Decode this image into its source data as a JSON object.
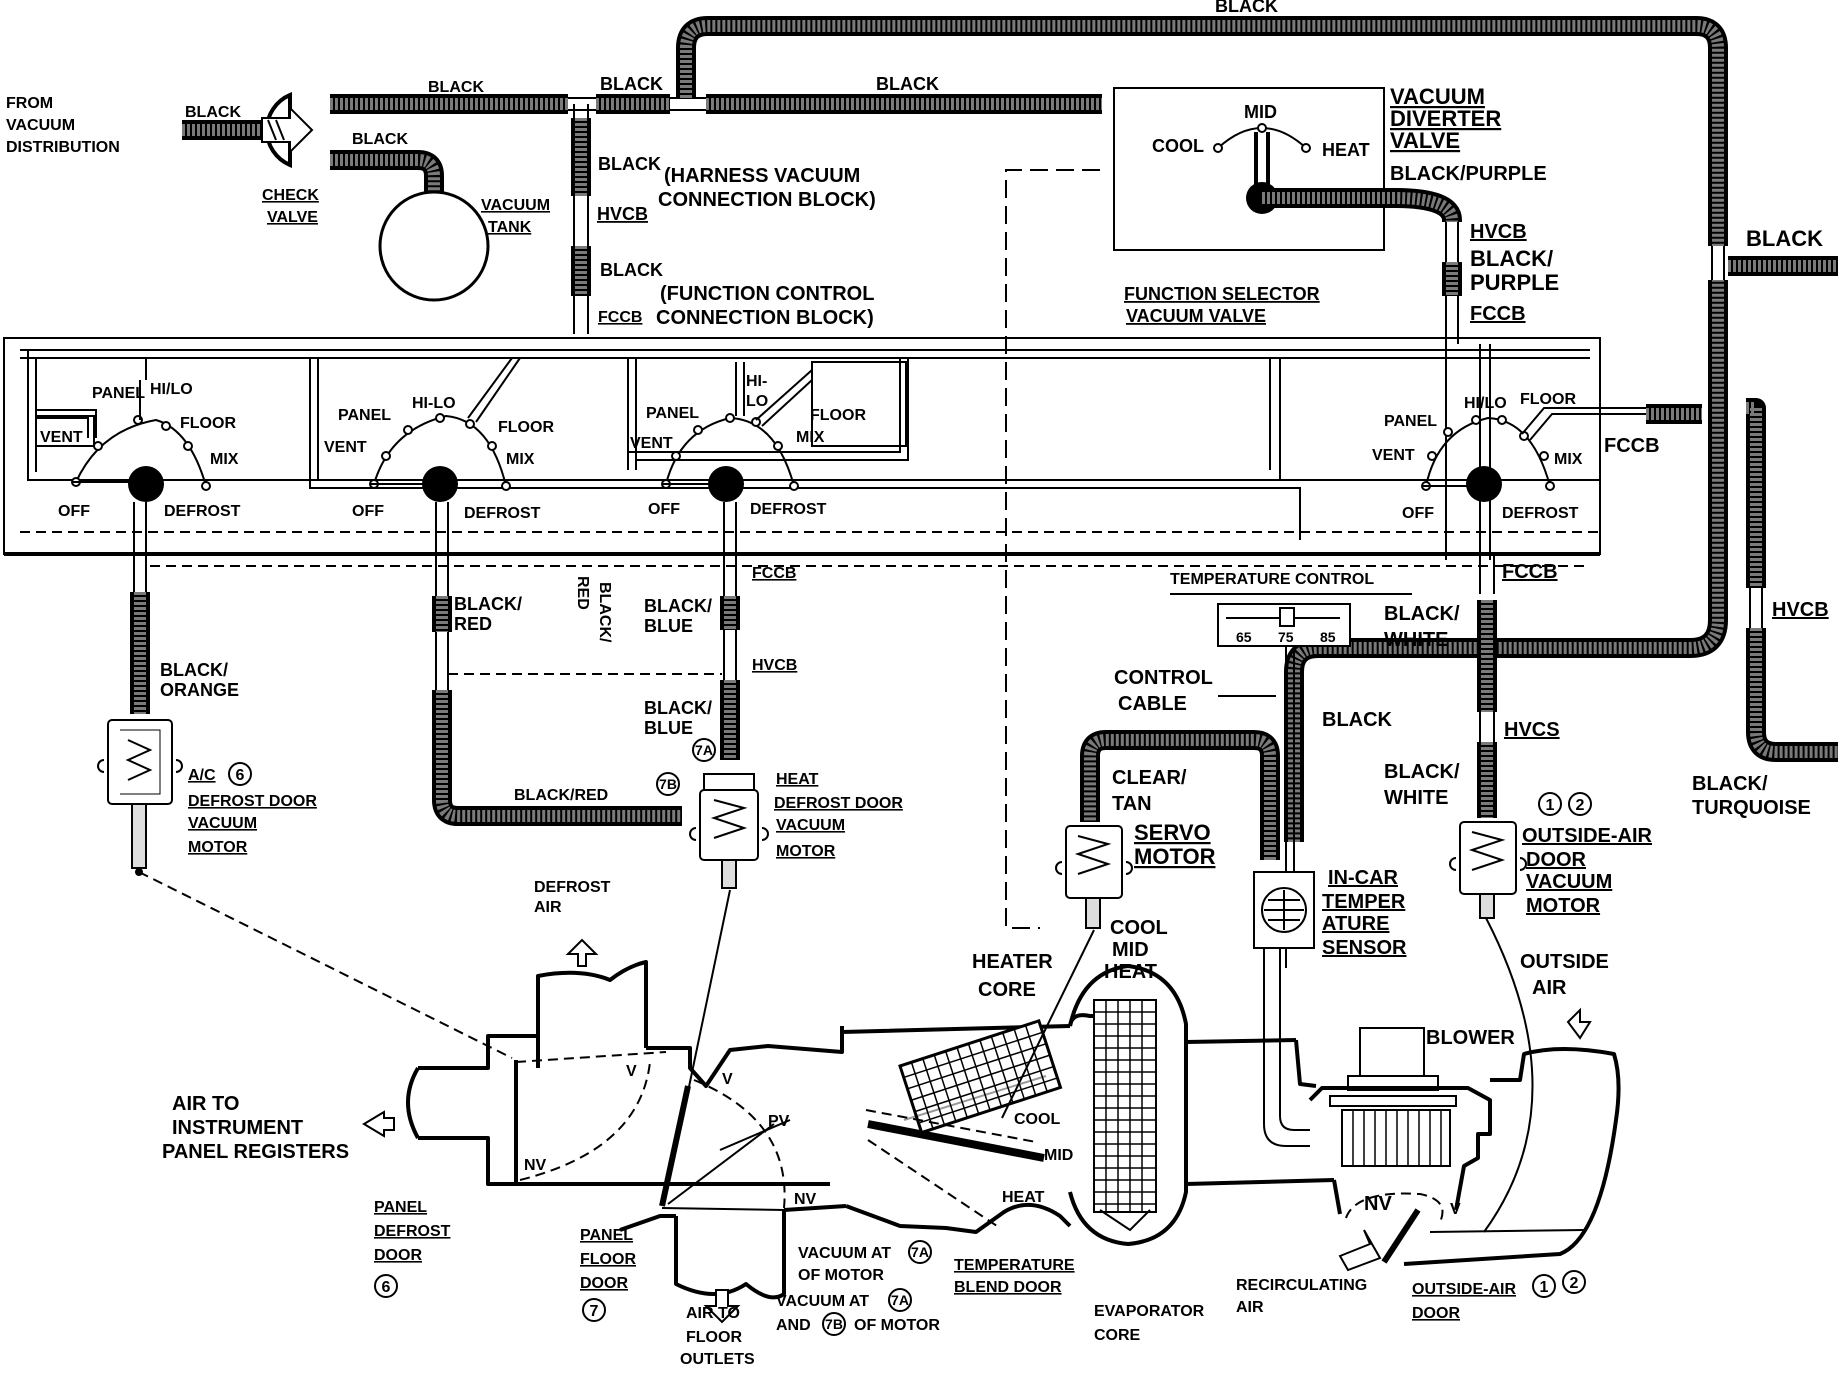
{
  "source": {
    "from_vacuum": "FROM",
    "from_vacuum_2": "VACUUM",
    "from_vacuum_3": "DISTRIBUTION"
  },
  "hoses": {
    "black": "BLACK",
    "black_purple": "BLACK/PURPLE",
    "black_purple_split_1": "BLACK/",
    "black_purple_split_2": "PURPLE",
    "black_red": "BLACK/RED",
    "black_red_split_1": "BLACK/",
    "black_red_split_2": "RED",
    "black_red_vertical_1": "BLACK/",
    "black_red_vertical_2": "RED",
    "black_blue_1": "BLACK/",
    "black_blue_2": "BLUE",
    "black_orange_1": "BLACK/",
    "black_orange_2": "ORANGE",
    "black_white_1": "BLACK/",
    "black_white_2": "WHITE",
    "black_turquoise_1": "BLACK/",
    "black_turquoise_2": "TURQUOISE",
    "clear_tan_1": "CLEAR/",
    "clear_tan_2": "TAN"
  },
  "blocks": {
    "hvcb": "HVCB",
    "fccb": "FCCB",
    "hvcs": "HVCS",
    "harness_1": "(HARNESS VACUUM",
    "harness_2": "CONNECTION BLOCK)",
    "function_1": "(FUNCTION  CONTROL",
    "function_2": "CONNECTION BLOCK)"
  },
  "components": {
    "check_valve_1": "CHECK",
    "check_valve_2": "VALVE",
    "vacuum_tank_1": "VACUUM",
    "vacuum_tank_2": "TANK",
    "diverter_1": "VACUUM",
    "diverter_2": "DIVERTER",
    "diverter_3": "VALVE",
    "diverter_cool": "COOL",
    "diverter_mid": "MID",
    "diverter_heat": "HEAT",
    "selector_1": "FUNCTION  SELECTOR",
    "selector_2": "VACUUM VALVE",
    "temperature_control": "TEMPERATURE CONTROL",
    "temp_65": "65",
    "temp_75": "75",
    "temp_85": "85",
    "control_cable_1": "CONTROL",
    "control_cable_2": "CABLE",
    "servo_1": "SERVO",
    "servo_2": "MOTOR",
    "servo_cool": "COOL",
    "servo_mid": "MID",
    "servo_heat": "HEAT",
    "sensor_1": "IN-CAR",
    "sensor_2": "TEMPER",
    "sensor_3": "ATURE",
    "sensor_4": "SENSOR",
    "ac_motor_1": "A/C",
    "ac_motor_num": "6",
    "ac_motor_2": "DEFROST DOOR",
    "ac_motor_3": "VACUUM",
    "ac_motor_4": "MOTOR",
    "heat_motor_1": "HEAT",
    "heat_motor_2": "DEFROST DOOR",
    "heat_motor_3": "VACUUM",
    "heat_motor_4": "MOTOR",
    "port_7a": "7A",
    "port_7b": "7B",
    "outside_motor_num_1": "1",
    "outside_motor_num_2": "2",
    "outside_motor_1": "OUTSIDE-AIR",
    "outside_motor_2": "DOOR",
    "outside_motor_3": "VACUUM",
    "outside_motor_4": "MOTOR"
  },
  "switch_labels": {
    "panel": "PANEL",
    "hi_lo": "HI/LO",
    "hi_lo_dash": "HI-LO",
    "hi": "HI-",
    "lo": "LO",
    "floor": "FLOOR",
    "vent": "VENT",
    "mix": "MIX",
    "off": "OFF",
    "defrost": "DEFROST"
  },
  "airbox": {
    "defrost_air_1": "DEFROST",
    "defrost_air_2": "AIR",
    "air_to_ip_1": "AIR TO",
    "air_to_ip_2": "INSTRUMENT",
    "air_to_ip_3": "PANEL REGISTERS",
    "v": "V",
    "nv": "NV",
    "pv": "PV",
    "panel_defrost_1": "PANEL",
    "panel_defrost_2": "DEFROST",
    "panel_defrost_3": "DOOR",
    "panel_defrost_num": "6",
    "panel_floor_1": "PANEL",
    "panel_floor_2": "FLOOR",
    "panel_floor_3": "DOOR",
    "panel_floor_num": "7",
    "air_floor_1": "AIR TO",
    "air_floor_2": "FLOOR",
    "air_floor_3": "OUTLETS",
    "vac_7a_1": "VACUUM AT",
    "vac_7a_2": "OF MOTOR",
    "vac_7b_1": "VACUUM AT",
    "vac_7b_and": "AND",
    "vac_7b_2": "OF MOTOR",
    "heater_core_1": "HEATER",
    "heater_core_2": "CORE",
    "cool": "COOL",
    "mid": "MID",
    "heat": "HEAT",
    "blend_1": "TEMPERATURE",
    "blend_2": "BLEND DOOR",
    "evap_1": "EVAPORATOR",
    "evap_2": "CORE",
    "blower": "BLOWER",
    "outside_air_1": "OUTSIDE",
    "outside_air_2": "AIR",
    "recirc_1": "RECIRCULATING",
    "recirc_2": "AIR",
    "oa_door_1": "OUTSIDE-AIR",
    "oa_door_2": "DOOR",
    "oa_num_1": "1",
    "oa_num_2": "2"
  }
}
